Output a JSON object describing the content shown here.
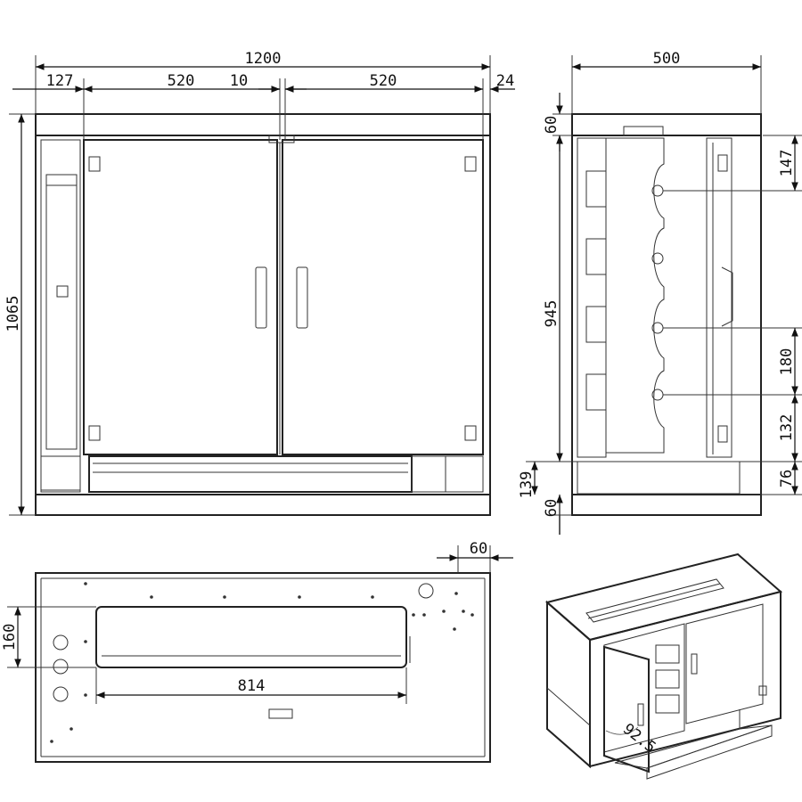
{
  "front_view": {
    "dims": {
      "overall_width": "1200",
      "left_offset": "127",
      "door_left": "520",
      "door_gap": "10",
      "door_right": "520",
      "right_offset": "24",
      "overall_height": "1065"
    }
  },
  "side_view": {
    "dims": {
      "depth": "500",
      "top_height": "60",
      "first_rail_offset": "147",
      "inner_height": "945",
      "rail_pitch": "180",
      "bottom_rail_offset": "132",
      "plinth_step": "76",
      "plinth_height": "139",
      "base_height": "60"
    }
  },
  "top_view": {
    "dims": {
      "edge_offset": "60",
      "cutout_depth": "160",
      "cutout_width": "814"
    }
  },
  "iso_view": {
    "dims": {
      "door_opening_angle": "92.5"
    }
  }
}
